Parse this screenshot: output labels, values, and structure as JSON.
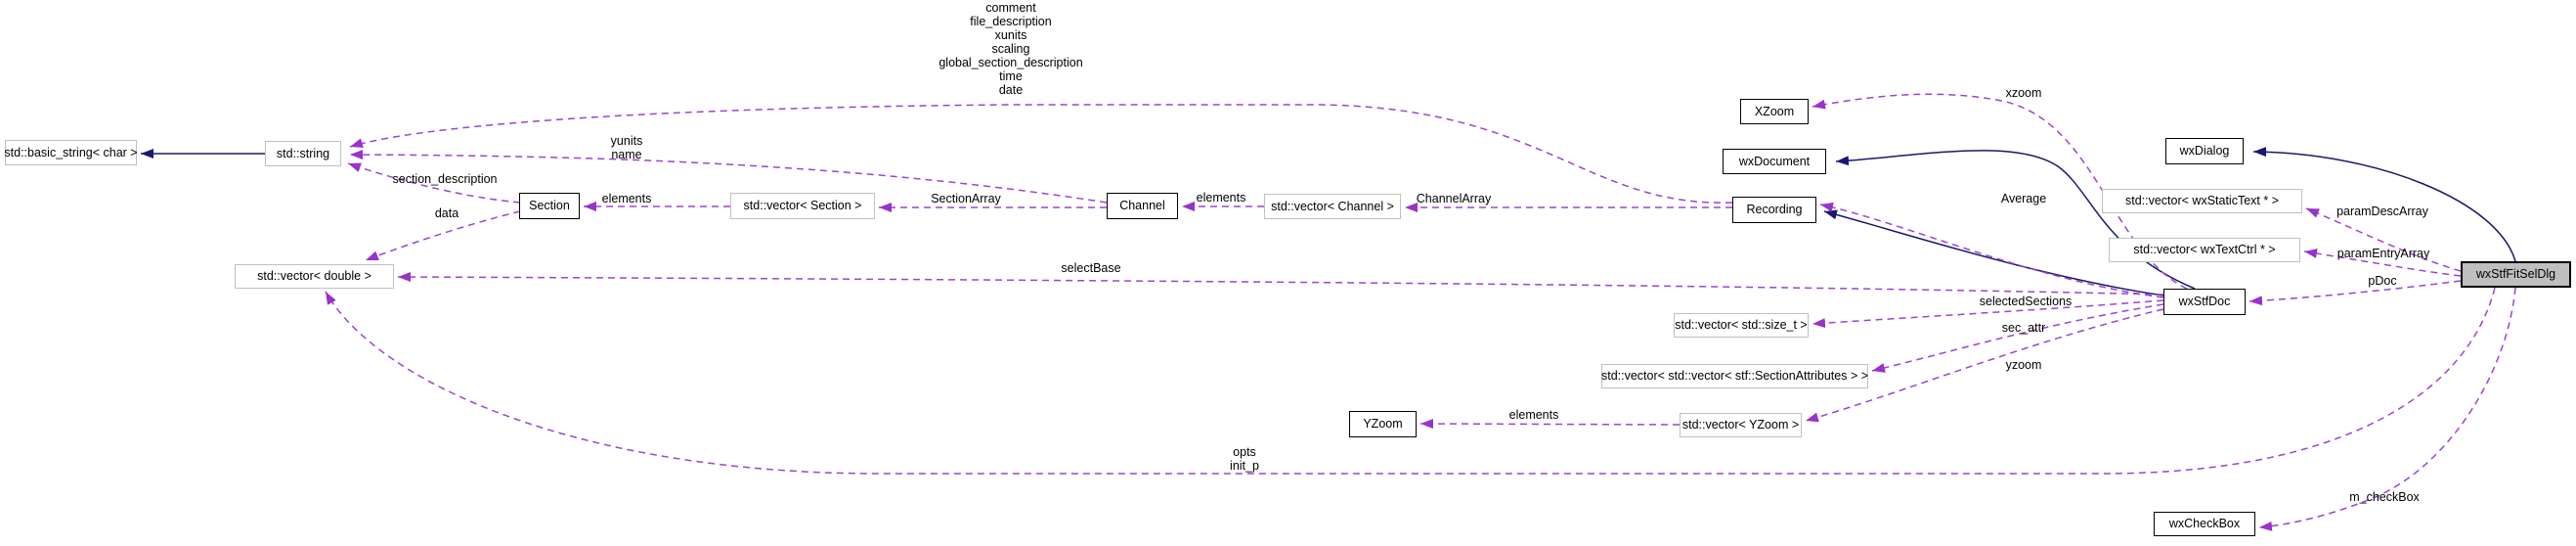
{
  "colors": {
    "dashed_edge": "#9d43d4",
    "dashed_arrow": "#9932cc",
    "solid_edge": "#191970",
    "main_node_fill": "#bfbfbf",
    "class_border": "#000000",
    "template_border": "#c0c0c0",
    "background": "#ffffff"
  },
  "nodes": {
    "basicString": {
      "label": "std::basic_string< char >"
    },
    "stdString": {
      "label": "std::string"
    },
    "section": {
      "label": "Section"
    },
    "vecSection": {
      "label": "std::vector< Section >"
    },
    "channel": {
      "label": "Channel"
    },
    "vecChannel": {
      "label": "std::vector< Channel >"
    },
    "xzoomNode": {
      "label": "XZoom"
    },
    "wxDocument": {
      "label": "wxDocument"
    },
    "recording": {
      "label": "Recording"
    },
    "wxDialog": {
      "label": "wxDialog"
    },
    "vecStaticText": {
      "label": "std::vector< wxStaticText * >"
    },
    "vecTextCtrl": {
      "label": "std::vector< wxTextCtrl * >"
    },
    "fitSelDlg": {
      "label": "wxStfFitSelDlg"
    },
    "wxStfDoc": {
      "label": "wxStfDoc"
    },
    "vecSizeT": {
      "label": "std::vector< std::size_t >"
    },
    "vecSecAttr": {
      "label": "std::vector< std::vector< stf::SectionAttributes > >"
    },
    "vecYZoom": {
      "label": "std::vector< YZoom >"
    },
    "yzoomNode": {
      "label": "YZoom"
    },
    "vecDouble": {
      "label": "std::vector< double >"
    },
    "wxCheckBox": {
      "label": "wxCheckBox"
    }
  },
  "edge_labels": {
    "recordingStrings": "comment\nfile_description\nxunits\nscaling\nglobal_section_description\ntime\ndate",
    "yunitsName": "yunits\nname",
    "sectionDescription": "section_description",
    "data": "data",
    "elementsSection": "elements",
    "sectionArray": "SectionArray",
    "elementsChannel": "elements",
    "channelArray": "ChannelArray",
    "selectBase": "selectBase",
    "xzoom": "xzoom",
    "average": "Average",
    "paramDescArray": "paramDescArray",
    "paramEntryArray": "paramEntryArray",
    "pDoc": "pDoc",
    "selectedSections": "selectedSections",
    "secAttr": "sec_attr",
    "yzoom": "yzoom",
    "elementsYZoom": "elements",
    "optsInitP": "opts\ninit_p",
    "mCheckBox": "m_checkBox"
  }
}
